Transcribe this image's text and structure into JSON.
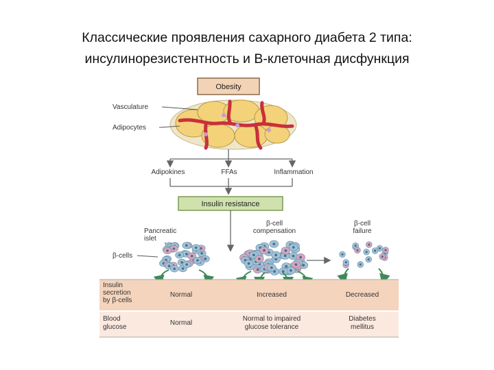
{
  "title": {
    "line1": "Классические проявления сахарного диабета 2 типа:",
    "line2": "инсулинорезистентность и В-клеточная дисфункция"
  },
  "diagram": {
    "obesity": "Obesity",
    "vasculature": "Vasculature",
    "adipocytes": "Adipocytes",
    "outputs": [
      "Adipokines",
      "FFAs",
      "Inflammation"
    ],
    "insulin_resistance": "Insulin resistance",
    "pancreatic_islet": [
      "Pancreatic",
      "islet"
    ],
    "beta_cells": "β-cells",
    "compensation": [
      "β-cell",
      "compensation"
    ],
    "failure": [
      "β-cell",
      "failure"
    ]
  },
  "table": {
    "row1": {
      "header": [
        "Insulin",
        "secretion",
        "by β-cells"
      ],
      "normal": "Normal",
      "compensation": "Increased",
      "failure": "Decreased"
    },
    "row2": {
      "header": [
        "Blood",
        "glucose"
      ],
      "normal": "Normal",
      "compensation": [
        "Normal to impaired",
        "glucose tolerance"
      ],
      "failure": [
        "Diabetes",
        "mellitus"
      ]
    }
  },
  "colors": {
    "box_fill": "#f2d3b6",
    "box_border": "#8a6a4a",
    "ir_box_fill": "#cfe1ad",
    "vessel": "#c8303a",
    "adipocyte": "#f3d27a",
    "cell_blue": "#9fc2d8",
    "cell_pink": "#d7a6bf",
    "arrow_green": "#3e8a57",
    "table_row1": "#f4d4bd",
    "table_row2": "#fbe9df"
  }
}
